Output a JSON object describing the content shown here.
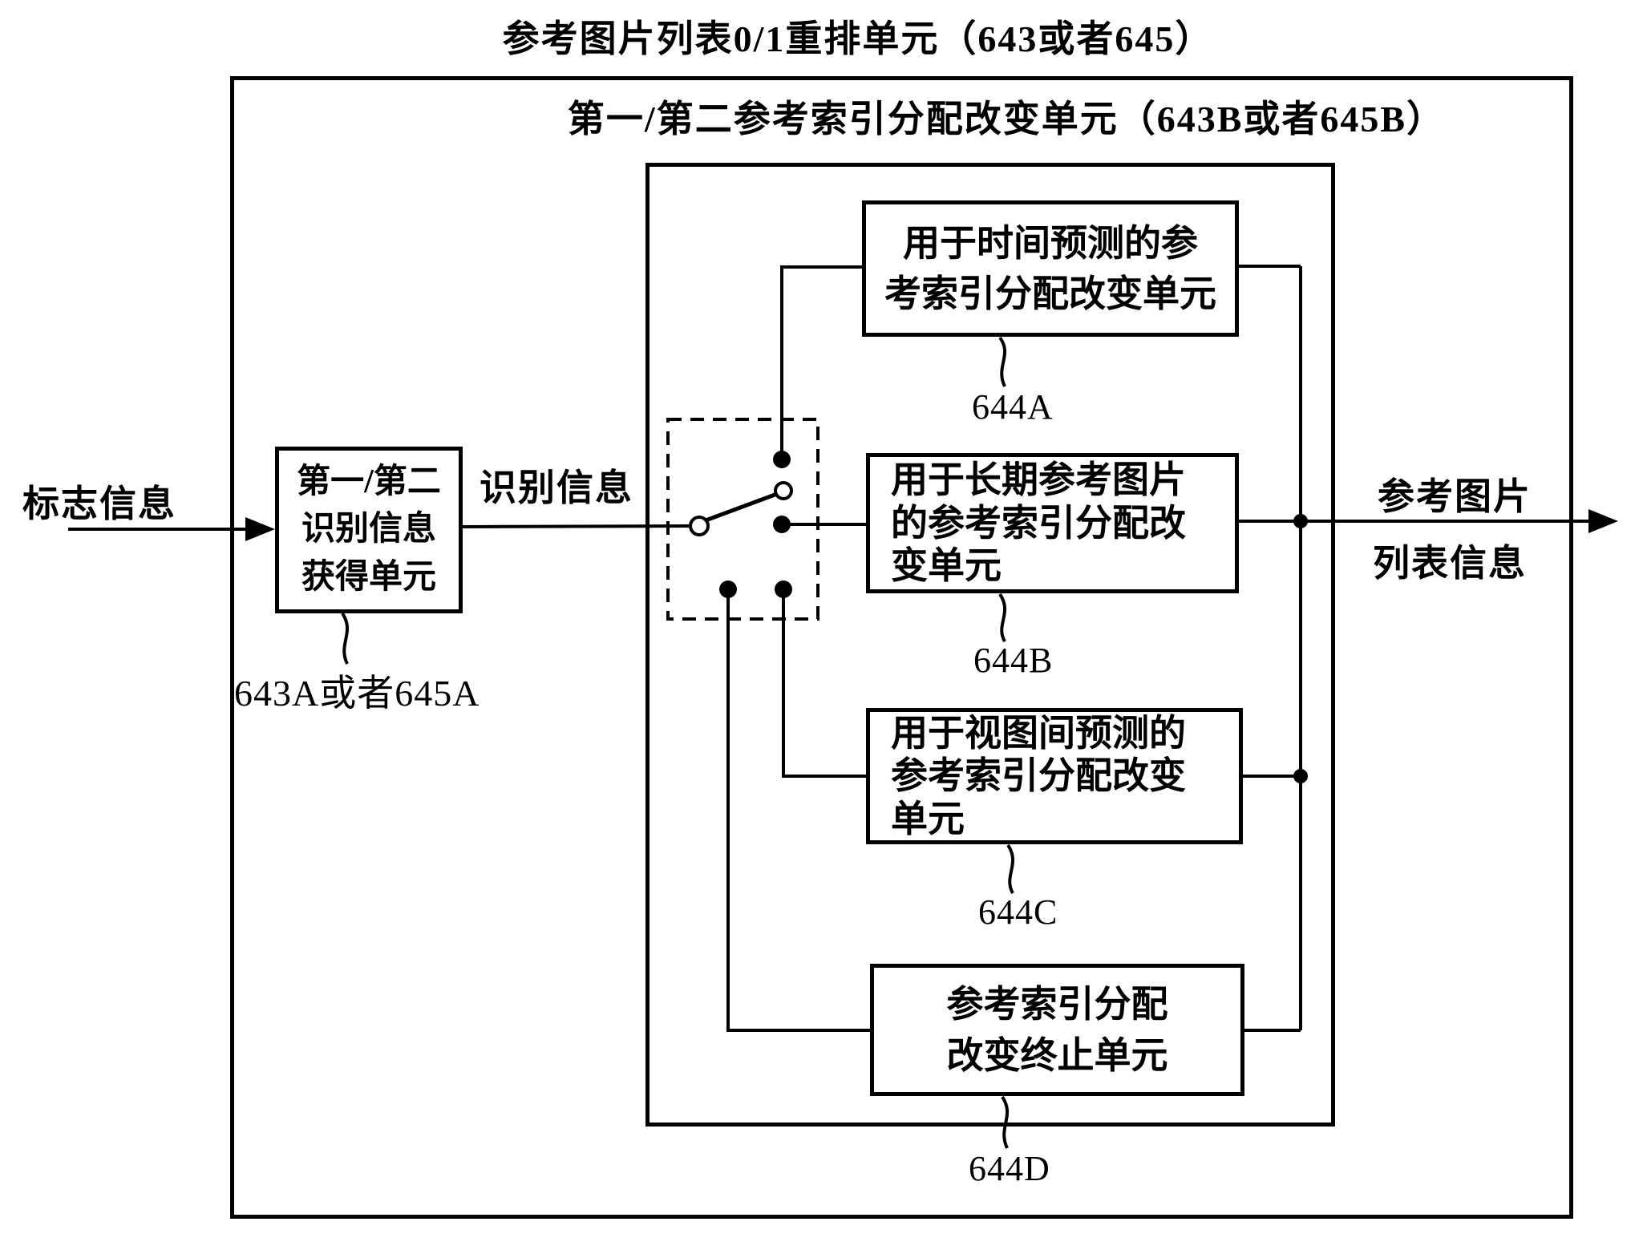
{
  "figure": {
    "title": "参考图片列表0/1重排单元（643或者645）",
    "inner_unit_title": "第一/第二参考索引分配改变单元（643B或者645B）"
  },
  "io": {
    "input_label": "标志信息",
    "intermediate_label": "识别信息",
    "output_label_line1": "参考图片",
    "output_label_line2": "列表信息"
  },
  "blocks": {
    "obtainer": {
      "line1": "第一/第二",
      "line2": "识别信息",
      "line3": "获得单元",
      "ref": "643A或者645A"
    },
    "temporal": {
      "line1": "用于时间预测的参",
      "line2": "考索引分配改变单元",
      "ref": "644A"
    },
    "long_term": {
      "line1": "用于长期参考图片",
      "line2": "的参考索引分配改",
      "line3": "变单元",
      "ref": "644B"
    },
    "inter_view": {
      "line1": "用于视图间预测的",
      "line2": "参考索引分配改变",
      "line3": "单元",
      "ref": "644C"
    },
    "termination": {
      "line1": "参考索引分配",
      "line2": "改变终止单元",
      "ref": "644D"
    }
  },
  "colors": {
    "ink": "#000000",
    "background": "#ffffff"
  }
}
